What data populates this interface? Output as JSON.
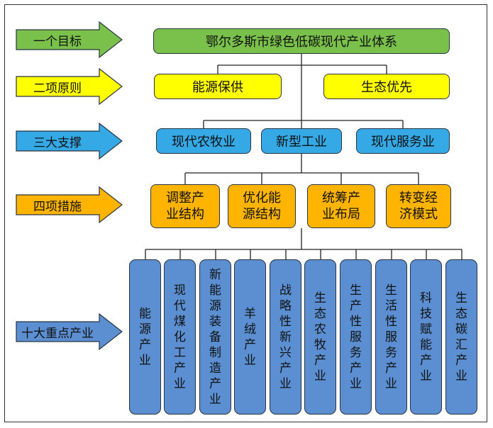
{
  "arrows": [
    {
      "label": "一个目标",
      "color": "#79c14a"
    },
    {
      "label": "二项原则",
      "color": "#ffff00"
    },
    {
      "label": "三大支撑",
      "color": "#35a9e6"
    },
    {
      "label": "四项措施",
      "color": "#ffb400"
    },
    {
      "label": "十大重点产业",
      "color": "#5b8fd1"
    }
  ],
  "goal": {
    "title": "鄂尔多斯市绿色低碳现代产业体系"
  },
  "principles": [
    "能源保供",
    "生态优先"
  ],
  "supports": [
    "现代农牧业",
    "新型工业",
    "现代服务业"
  ],
  "measures": [
    "调整产业结构",
    "优化能源结构",
    "统筹产业布局",
    "转变经济模式"
  ],
  "industries": [
    "能源产业",
    "现代煤化工产业",
    "新能源装备制造产业",
    "羊绒产业",
    "战略性新兴产业",
    "生态农牧产业",
    "生产性服务产业",
    "生活性服务产业",
    "科技赋能产业",
    "生态碳汇产业"
  ]
}
